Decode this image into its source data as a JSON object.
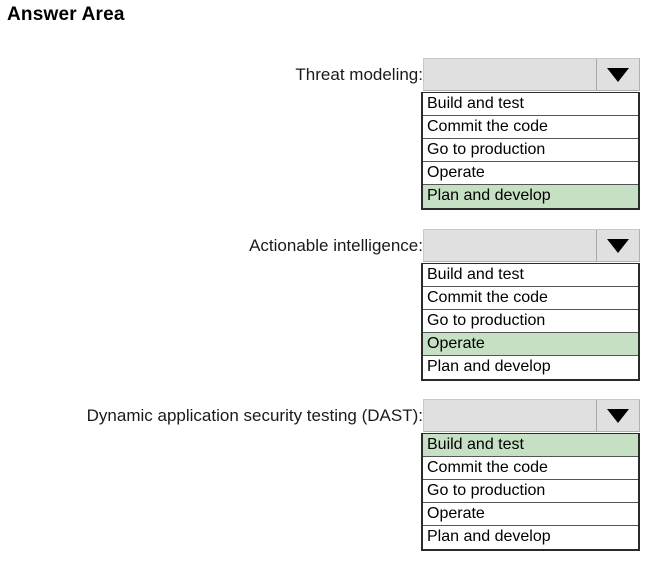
{
  "page": {
    "title": "Answer Area",
    "background_color": "#ffffff"
  },
  "colors": {
    "highlight_green": "#c6e0c4",
    "combo_gray": "#e0e0e0",
    "list_border": "#2b2b2b"
  },
  "icons": {
    "dropdown_caret": "chevron-down-icon"
  },
  "questions": [
    {
      "label": "Threat modeling:",
      "combo_value": "",
      "combo_placeholder": "",
      "selected_option": "Plan and develop",
      "options": [
        "Build and test",
        "Commit the code",
        "Go to production",
        "Operate",
        "Plan and develop"
      ]
    },
    {
      "label": "Actionable intelligence:",
      "combo_value": "",
      "combo_placeholder": "",
      "selected_option": "Operate",
      "options": [
        "Build and test",
        "Commit the code",
        "Go to production",
        "Operate",
        "Plan and develop"
      ]
    },
    {
      "label": "Dynamic application security testing (DAST):",
      "combo_value": "",
      "combo_placeholder": "",
      "selected_option": "Build and test",
      "options": [
        "Build and test",
        "Commit the code",
        "Go to production",
        "Operate",
        "Plan and develop"
      ]
    }
  ],
  "layout": {
    "block_tops": [
      58,
      229,
      399
    ]
  }
}
